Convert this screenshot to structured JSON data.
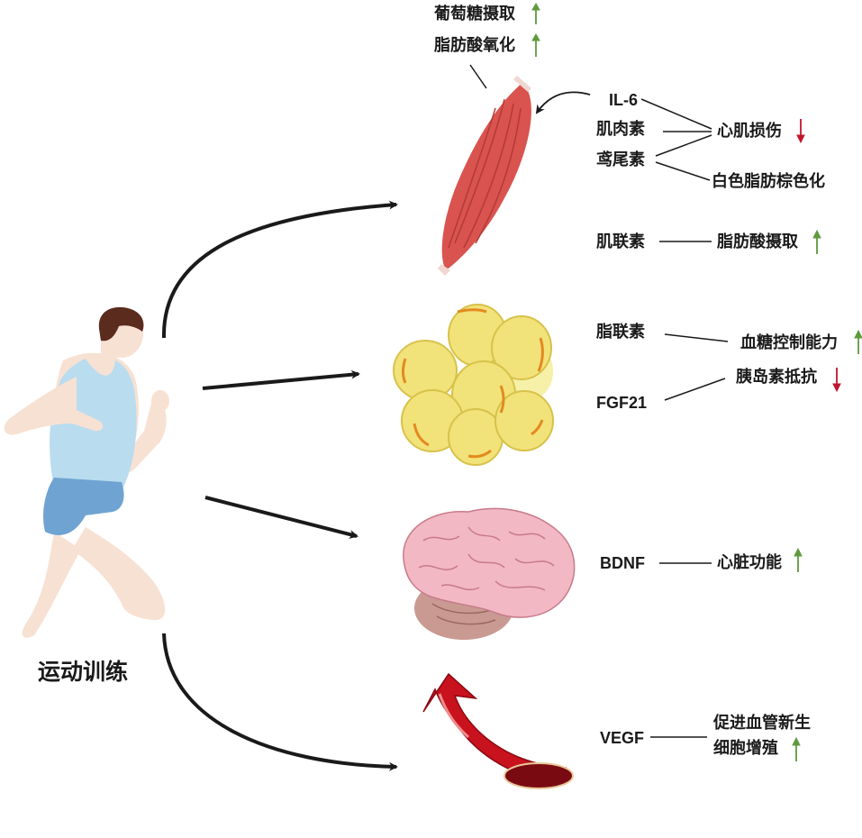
{
  "person_label": "运动训练",
  "muscle": {
    "top_effects": [
      {
        "text": "葡萄糖摄取",
        "arrow": "up"
      },
      {
        "text": "脂肪酸氧化",
        "arrow": "up"
      }
    ],
    "factors": {
      "il6": "IL-6",
      "myostatin": "肌肉素",
      "irisin": "鸢尾素",
      "myonectin": "肌联素"
    },
    "effects": {
      "cardiac_injury": {
        "text": "心肌损伤",
        "arrow": "down"
      },
      "browning": {
        "text": "白色脂肪棕色化"
      },
      "fa_uptake": {
        "text": "脂肪酸摄取",
        "arrow": "up"
      }
    }
  },
  "fat": {
    "factors": {
      "adiponectin": "脂联素",
      "fgf21": "FGF21"
    },
    "effects": {
      "glucose_control": {
        "text": "血糖控制能力",
        "arrow": "up"
      },
      "insulin_resistance": {
        "text": "胰岛素抵抗",
        "arrow": "down"
      }
    }
  },
  "brain": {
    "factor": "BDNF",
    "effect": {
      "text": "心脏功能",
      "arrow": "up"
    }
  },
  "vessel": {
    "factor": "VEGF",
    "effect_line1": "促进血管新生",
    "effect_line2": "细胞增殖",
    "arrow": "up"
  },
  "colors": {
    "up_arrow": "#5e9a3c",
    "down_arrow": "#c0162d",
    "muscle": "#d9534f",
    "fat": "#f2e27a",
    "brain": "#f2b8c4",
    "vessel": "#c8121e",
    "shirt": "#b9dcef",
    "shorts": "#6fa3d2",
    "skin": "#f7e1d3"
  }
}
